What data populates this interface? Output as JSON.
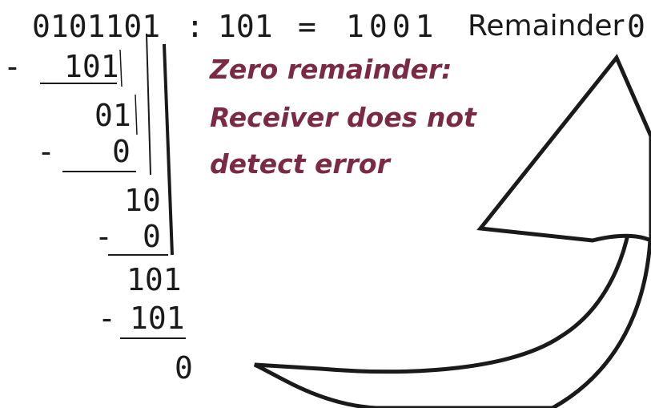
{
  "division": {
    "dividend": "0101101",
    "colon": ":",
    "divisor": "101",
    "equals": "=",
    "quotient": "1001",
    "remainder_label": "Remainder",
    "remainder_value": "0"
  },
  "steps": [
    {
      "minus": "-",
      "subtrahend": "101",
      "result": "01"
    },
    {
      "minus": "-",
      "subtrahend": "0",
      "result": "10"
    },
    {
      "minus": "-",
      "subtrahend": "0",
      "result": "101"
    },
    {
      "minus": "-",
      "subtrahend": "101",
      "result": "0"
    }
  ],
  "annotation": {
    "line1": "Zero remainder:",
    "line2": "Receiver does not",
    "line3": "detect error",
    "color": "#7a2a45"
  }
}
